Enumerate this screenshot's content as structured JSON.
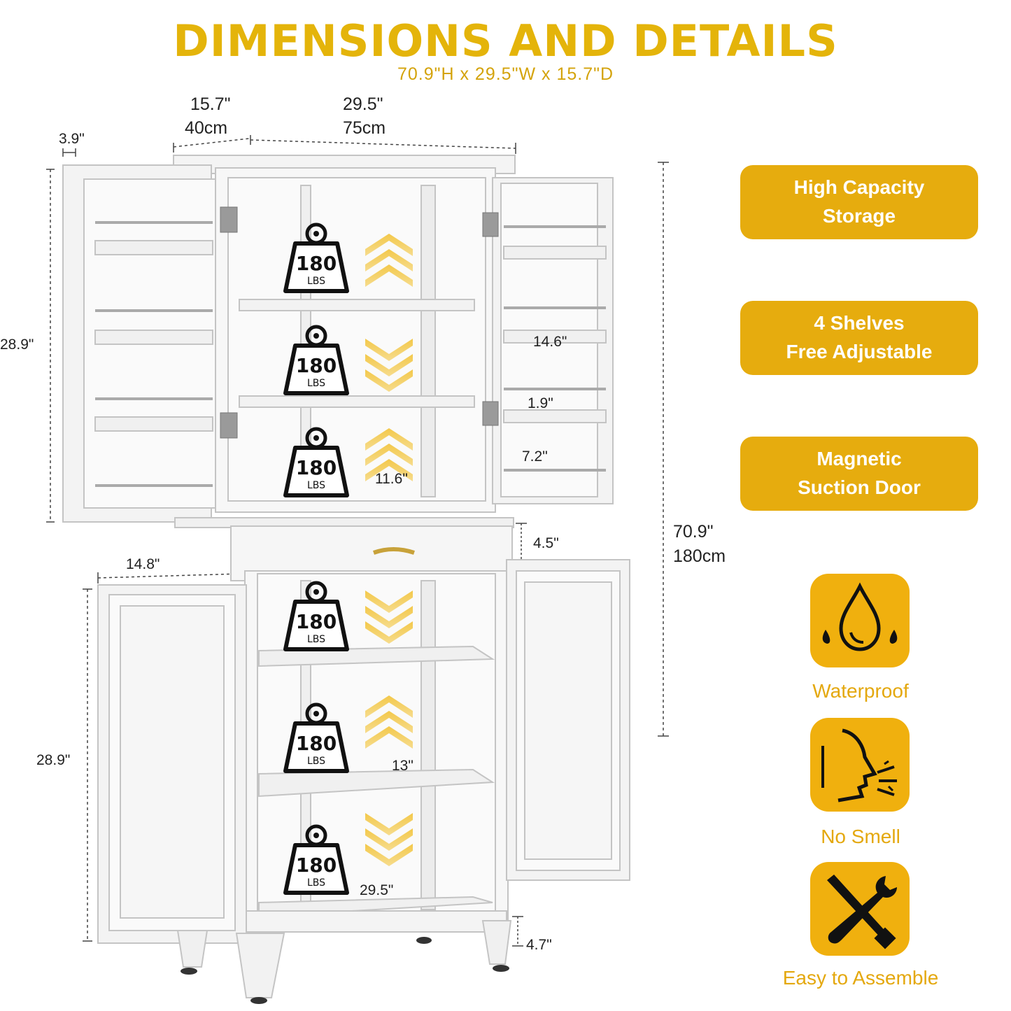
{
  "header": {
    "title": "DIMENSIONS AND DETAILS",
    "subtitle": "70.9\"H x 29.5\"W x 15.7\"D"
  },
  "dimensions": {
    "depth_in": "15.7\"",
    "depth_cm": "40cm",
    "width_in": "29.5\"",
    "width_cm": "75cm",
    "door_depth": "3.9\"",
    "upper_height": "28.9\"",
    "lower_height": "28.9\"",
    "total_height_in": "70.9\"",
    "total_height_cm": "180cm",
    "rack_width": "14.6\"",
    "rack_depth": "1.9\"",
    "rack_spacing": "7.2\"",
    "upper_shelf_depth": "11.6\"",
    "drawer_height": "4.5\"",
    "lower_door_width": "14.8\"",
    "lower_shelf_depth": "13\"",
    "inner_width": "29.5\"",
    "leg_height": "4.7\""
  },
  "weight_badges": [
    {
      "value": "180",
      "unit": "LBS"
    },
    {
      "value": "180",
      "unit": "LBS"
    },
    {
      "value": "180",
      "unit": "LBS"
    },
    {
      "value": "180",
      "unit": "LBS"
    },
    {
      "value": "180",
      "unit": "LBS"
    },
    {
      "value": "180",
      "unit": "LBS"
    }
  ],
  "features": [
    {
      "label": "High Capacity\nStorage"
    },
    {
      "label": "4 Shelves\nFree Adjustable"
    },
    {
      "label": "Magnetic\nSuction Door"
    }
  ],
  "icon_features": [
    {
      "icon": "water-drop-icon",
      "label": "Waterproof"
    },
    {
      "icon": "no-smell-icon",
      "label": "No Smell"
    },
    {
      "icon": "tools-icon",
      "label": "Easy to Assemble"
    }
  ],
  "colors": {
    "accent": "#e6ac0e",
    "title": "#e4b40a",
    "cabinet": "#f6f6f6",
    "outline": "#c9c9c9"
  }
}
